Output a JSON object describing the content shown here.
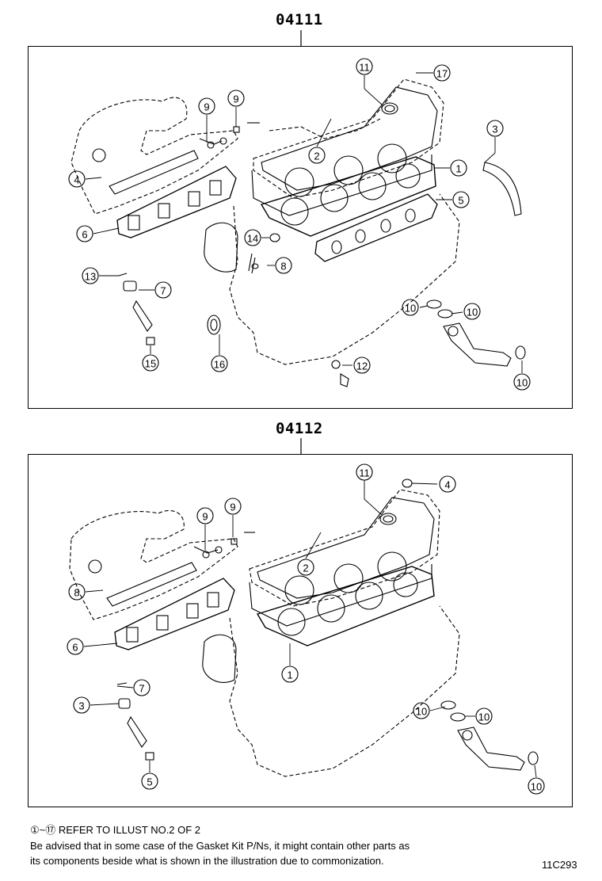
{
  "upper_kit": {
    "part_number": "04111",
    "callouts": [
      "11",
      "17",
      "9",
      "9",
      "2",
      "1",
      "3",
      "4",
      "5",
      "6",
      "14",
      "8",
      "13",
      "7",
      "10",
      "10",
      "16",
      "15",
      "12",
      "10"
    ]
  },
  "lower_kit": {
    "part_number": "04112",
    "callouts": [
      "11",
      "4",
      "9",
      "9",
      "2",
      "8",
      "6",
      "1",
      "7",
      "3",
      "10",
      "10",
      "5",
      "10"
    ]
  },
  "footer": {
    "ref_range": "①~⑰",
    "ref_text": "REFER TO ILLUST NO.2 OF 2",
    "advisory_line1": "Be advised that in some case of the Gasket Kit P/Ns,  it might contain other parts as",
    "advisory_line2": "its components beside what is shown in the illustration due to commonization.",
    "illustration_code": "11C293"
  }
}
